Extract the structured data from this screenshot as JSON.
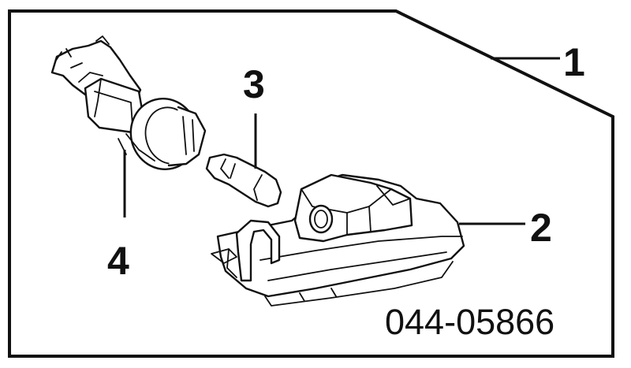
{
  "callouts": {
    "one": "1",
    "two": "2",
    "three": "3",
    "four": "4"
  },
  "part_number": "044-05866"
}
